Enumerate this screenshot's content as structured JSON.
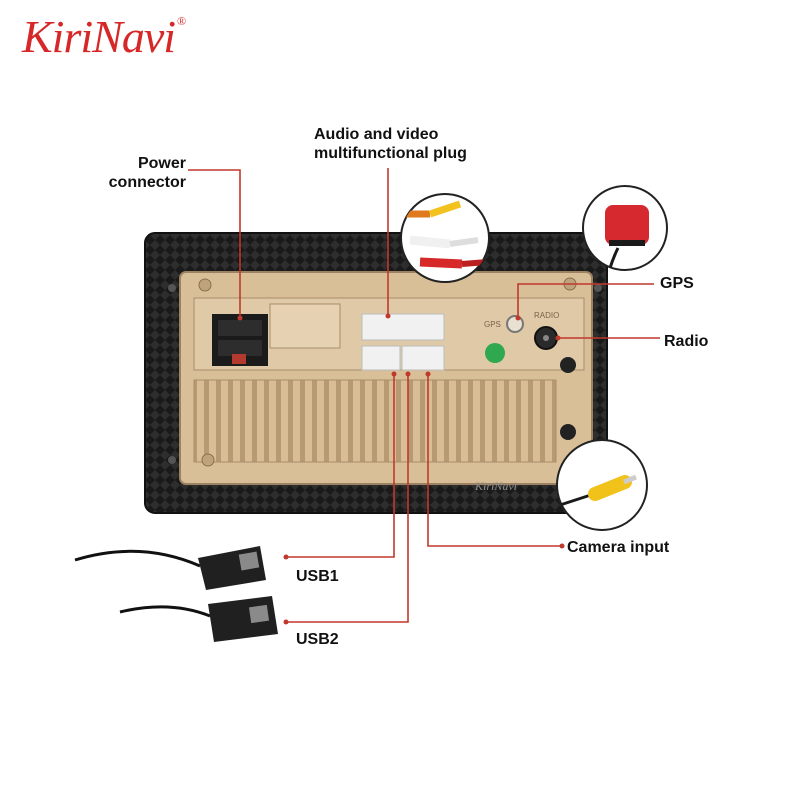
{
  "brand": {
    "name": "KiriNavi",
    "registered": "®",
    "color": "#d62828"
  },
  "labels": {
    "power_line1": "Power",
    "power_line2": "connector",
    "av_line1": "Audio and video",
    "av_line2": "multifunctional plug",
    "gps": "GPS",
    "radio": "Radio",
    "camera": "Camera input",
    "usb1": "USB1",
    "usb2": "USB2"
  },
  "unit_markings": {
    "gps_port": "GPS",
    "radio_port": "RADIO",
    "watermark": "KiriNavi"
  },
  "colors": {
    "leader_line": "#c0392b",
    "housing": "#d9bf98",
    "frame": "#1e1e1e"
  },
  "icons": [
    "gps-antenna-icon",
    "rca-plug-icon",
    "usb-cable-icon",
    "camera-plug-icon"
  ]
}
